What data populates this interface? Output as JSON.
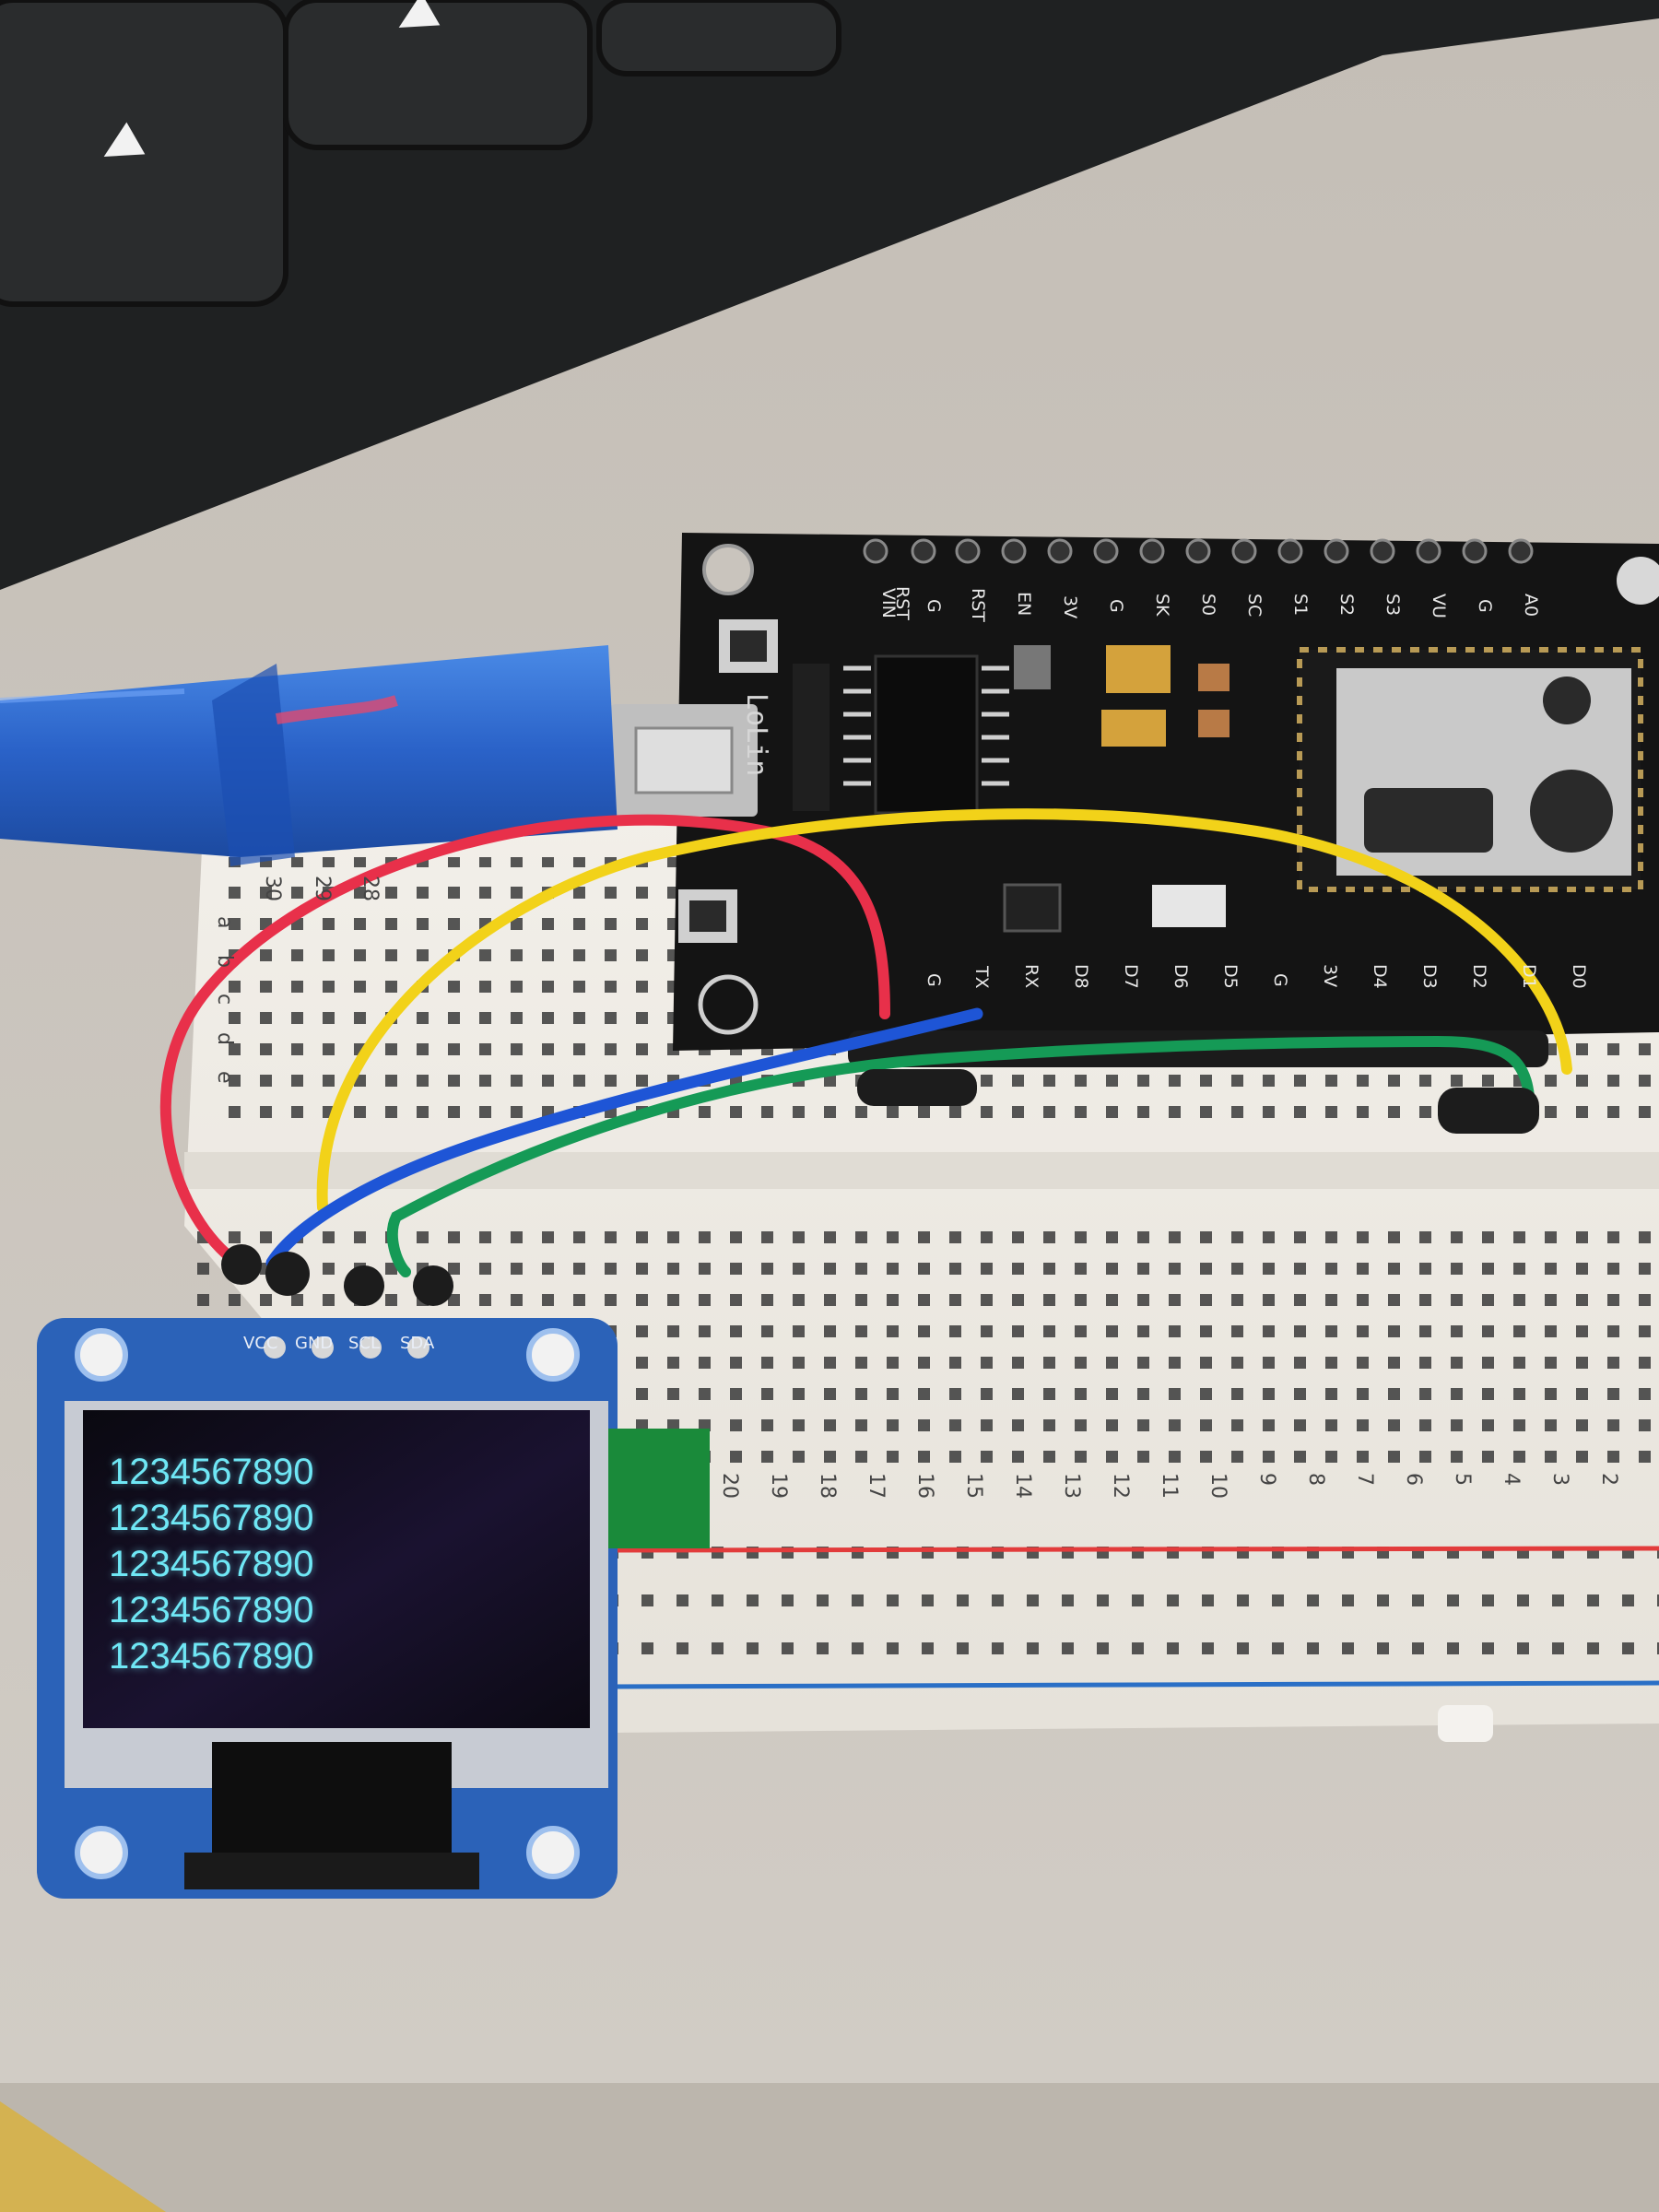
{
  "board": {
    "brand": "LoLin",
    "top_pins": [
      "VIN",
      "G",
      "RST",
      "EN",
      "3V",
      "G",
      "SK",
      "S0",
      "SC",
      "S1",
      "S2",
      "S3",
      "VU",
      "G",
      "A0"
    ],
    "bottom_pins": [
      "G",
      "TX",
      "RX",
      "D8",
      "D7",
      "D6",
      "D5",
      "G",
      "3V",
      "D4",
      "D3",
      "D2",
      "D1",
      "D0"
    ],
    "rst_label": "RST"
  },
  "oled": {
    "pins": [
      "VCC",
      "GND",
      "SCL",
      "SDA"
    ],
    "lines": [
      "1234567890",
      "1234567890",
      "1234567890",
      "1234567890",
      "1234567890"
    ]
  },
  "breadboard": {
    "row_letters": [
      "a",
      "b",
      "c",
      "d",
      "e"
    ],
    "column_numbers": [
      "30",
      "29",
      "28"
    ],
    "bottom_numbers": [
      "20",
      "19",
      "18",
      "17",
      "16",
      "15",
      "14",
      "13",
      "12",
      "11",
      "10",
      "9",
      "8",
      "7",
      "6",
      "5",
      "4",
      "3",
      "2"
    ]
  },
  "colors": {
    "wire_red": "#e8304a",
    "wire_yellow": "#f2d219",
    "wire_blue": "#1e55d6",
    "wire_green": "#159a56",
    "usb_cable": "#2f6fd0",
    "oled_text": "#6fe7f5",
    "pcb_black": "#141414",
    "oled_pcb": "#2b62b8"
  }
}
